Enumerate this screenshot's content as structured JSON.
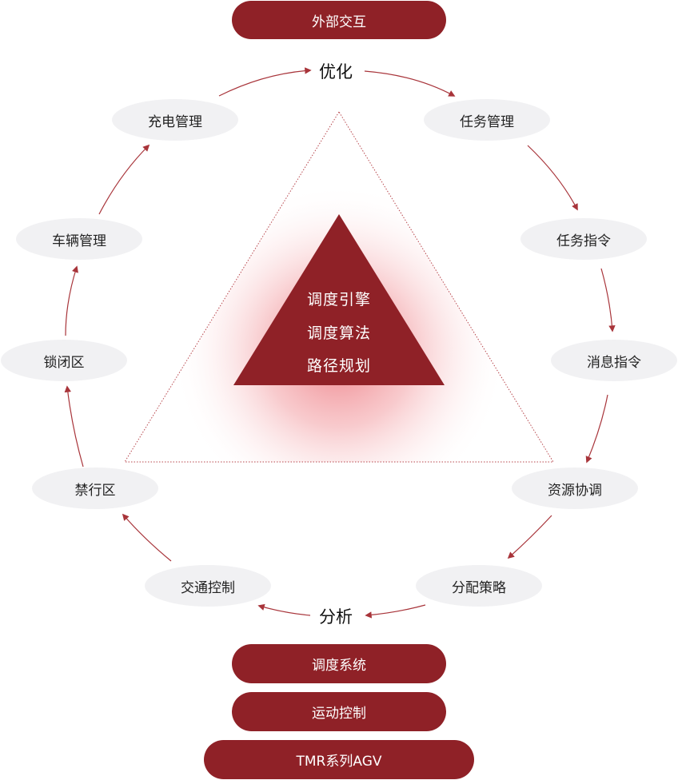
{
  "top_pill": {
    "label": "外部交互"
  },
  "labels": {
    "optimize": "优化",
    "analyze": "分析"
  },
  "core": {
    "lines": [
      "调度引擎",
      "调度算法",
      "路径规划"
    ]
  },
  "cycle_nodes": [
    {
      "id": "charging",
      "label": "充电管理"
    },
    {
      "id": "task-mgmt",
      "label": "任务管理"
    },
    {
      "id": "vehicle",
      "label": "车辆管理"
    },
    {
      "id": "task-cmd",
      "label": "任务指令"
    },
    {
      "id": "lock-zone",
      "label": "锁闭区"
    },
    {
      "id": "msg-cmd",
      "label": "消息指令"
    },
    {
      "id": "forbid-zone",
      "label": "禁行区"
    },
    {
      "id": "resource",
      "label": "资源协调"
    },
    {
      "id": "traffic",
      "label": "交通控制"
    },
    {
      "id": "strategy",
      "label": "分配策略"
    }
  ],
  "bottom_stack": [
    {
      "label": "调度系统"
    },
    {
      "label": "运动控制"
    },
    {
      "label": "TMR系列AGV"
    }
  ],
  "colors": {
    "accent": "#8f2127",
    "node_bg": "#f1f1f3",
    "arrow": "#a8343a"
  }
}
